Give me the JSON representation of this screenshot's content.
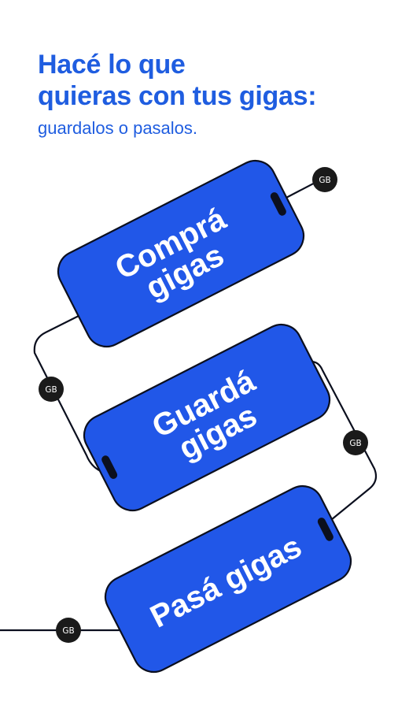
{
  "headline": {
    "line1": "Hacé lo que",
    "line2": "quieras con tus gigas:",
    "subtitle": "guardalos o pasalos."
  },
  "phones": [
    {
      "line1": "Comprá",
      "line2": "gigas"
    },
    {
      "line1": "Guardá",
      "line2": "gigas"
    },
    {
      "line1": "Pasá gigas",
      "line2": ""
    }
  ],
  "badge_label": "GB",
  "colors": {
    "accent": "#1f5de0",
    "phone_fill": "#2157e8",
    "outline": "#0b0f1e",
    "badge": "#1a1a1a",
    "background": "#ffffff"
  }
}
